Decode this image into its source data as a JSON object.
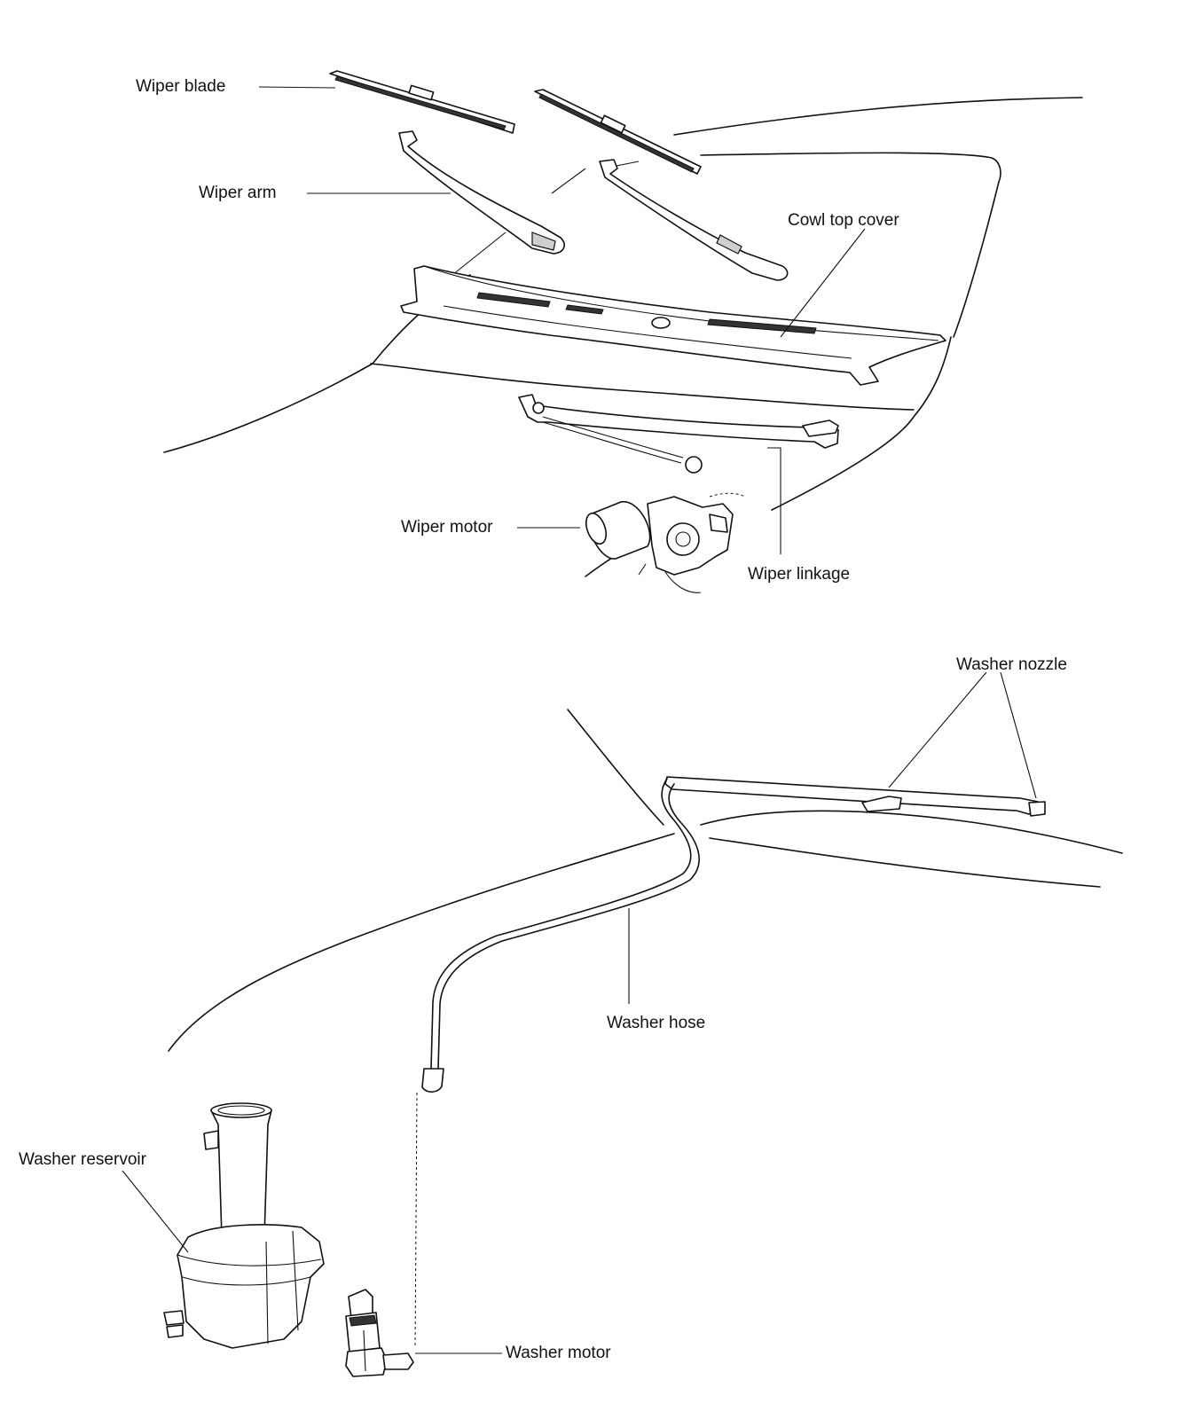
{
  "labels": {
    "wiper_blade": "Wiper blade",
    "wiper_arm": "Wiper arm",
    "cowl_top_cover": "Cowl top cover",
    "wiper_motor": "Wiper motor",
    "wiper_linkage": "Wiper linkage",
    "washer_nozzle": "Washer nozzle",
    "washer_hose": "Washer hose",
    "washer_reservoir": "Washer reservoir",
    "washer_motor": "Washer motor"
  }
}
